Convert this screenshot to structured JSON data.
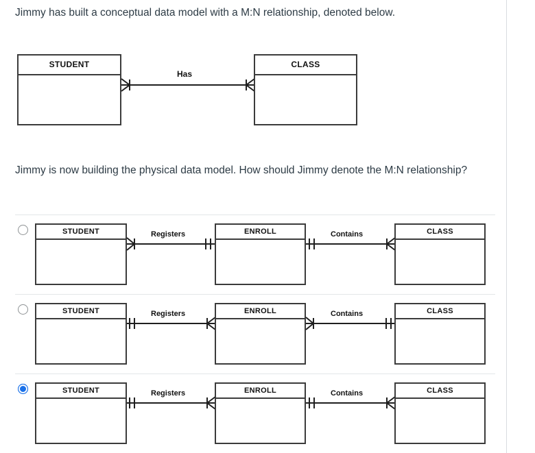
{
  "question": {
    "stem_1": "Jimmy has built a conceptual data model with a M:N relationship, denoted below.",
    "stem_2": "Jimmy is now building the physical data model.  How should Jimmy denote the M:N relationship?"
  },
  "conceptual_diagram": {
    "entities": [
      {
        "name": "STUDENT"
      },
      {
        "name": "CLASS"
      }
    ],
    "relationship_label": "Has",
    "left_cardinality": "many",
    "right_cardinality": "many",
    "notation": "crows-foot"
  },
  "options": [
    {
      "id": "option-a",
      "selected": false,
      "entities": [
        "STUDENT",
        "ENROLL",
        "CLASS"
      ],
      "relationships": [
        {
          "label": "Registers",
          "left_symbol": "crows-foot-one",
          "right_symbol": "one-and-only-one"
        },
        {
          "label": "Contains",
          "left_symbol": "one-and-only-one",
          "right_symbol": "one-crows-foot"
        }
      ]
    },
    {
      "id": "option-b",
      "selected": false,
      "entities": [
        "STUDENT",
        "ENROLL",
        "CLASS"
      ],
      "relationships": [
        {
          "label": "Registers",
          "left_symbol": "one-and-only-one",
          "right_symbol": "one-crows-foot"
        },
        {
          "label": "Contains",
          "left_symbol": "crows-foot-one",
          "right_symbol": "one-and-only-one"
        }
      ]
    },
    {
      "id": "option-c",
      "selected": true,
      "entities": [
        "STUDENT",
        "ENROLL",
        "CLASS"
      ],
      "relationships": [
        {
          "label": "Registers",
          "left_symbol": "one-and-only-one",
          "right_symbol": "one-crows-foot"
        },
        {
          "label": "Contains",
          "left_symbol": "one-and-only-one",
          "right_symbol": "one-crows-foot"
        }
      ]
    }
  ],
  "colors": {
    "selected_radio": "#1b71e8",
    "unselected_radio_border": "#8e9294",
    "entity_border": "#3b3b3b",
    "text": "#2d3b45",
    "separator": "#e3e6e8"
  }
}
